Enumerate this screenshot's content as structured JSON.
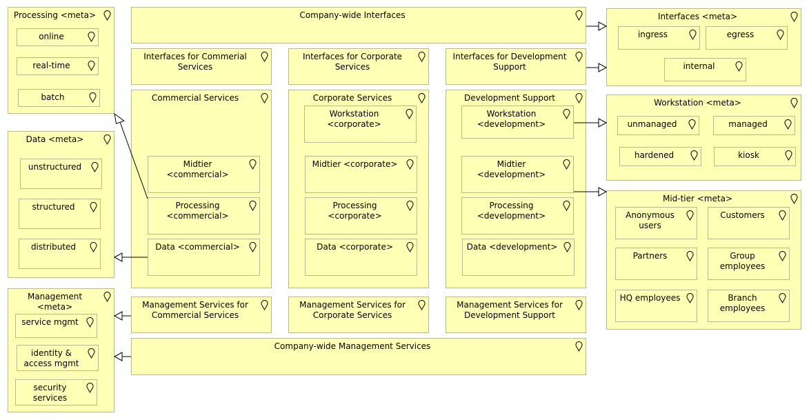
{
  "diagram": {
    "colors": {
      "fill": "#ffffb5",
      "border": "#b8b88a",
      "line": "#000000"
    },
    "icons": {
      "location_pin": "location-pin-icon"
    },
    "nodes": {
      "processing_meta": {
        "label": "Processing <meta>"
      },
      "online": {
        "label": "online"
      },
      "realtime": {
        "label": "real-time"
      },
      "batch": {
        "label": "batch"
      },
      "data_meta": {
        "label": "Data <meta>"
      },
      "unstructured": {
        "label": "unstructured"
      },
      "structured": {
        "label": "structured"
      },
      "distributed": {
        "label": "distributed"
      },
      "management_meta": {
        "label": "Management\n<meta>"
      },
      "service_mgmt": {
        "label": "service mgmt"
      },
      "identity_access_mgmt": {
        "label": "identity &\naccess mgmt"
      },
      "security_services": {
        "label": "security\nservices"
      },
      "company_interfaces": {
        "label": "Company-wide Interfaces"
      },
      "interfaces_commercial": {
        "label": "Interfaces for Commerial\nServices"
      },
      "interfaces_corporate": {
        "label": "Interfaces for Corporate\nServices"
      },
      "interfaces_development": {
        "label": "Interfaces for Development\nSupport"
      },
      "commercial_services": {
        "label": "Commercial Services"
      },
      "midtier_commercial": {
        "label": "Midtier <commercial>"
      },
      "processing_commercial": {
        "label": "Processing\n<commercial>"
      },
      "data_commercial": {
        "label": "Data <commercial>"
      },
      "corporate_services": {
        "label": "Corporate Services"
      },
      "workstation_corporate": {
        "label": "Workstation\n<corporate>"
      },
      "midtier_corporate": {
        "label": "Midtier <corporate>"
      },
      "processing_corporate": {
        "label": "Processing\n<corporate>"
      },
      "data_corporate": {
        "label": "Data <corporate>"
      },
      "development_support": {
        "label": "Development Support"
      },
      "workstation_development": {
        "label": "Workstation\n<development>"
      },
      "midtier_development": {
        "label": "Midtier\n<development>"
      },
      "processing_development": {
        "label": "Processing\n<development>"
      },
      "data_development": {
        "label": "Data <development>"
      },
      "mgmt_commercial": {
        "label": "Management Services for\nCommercial Services"
      },
      "mgmt_corporate": {
        "label": "Management Services for\nCorporate Services"
      },
      "mgmt_development": {
        "label": "Management Services for\nDevelopment Support"
      },
      "company_mgmt": {
        "label": "Company-wide Management Services"
      },
      "interfaces_meta": {
        "label": "Interfaces <meta>"
      },
      "ingress": {
        "label": "ingress"
      },
      "egress": {
        "label": "egress"
      },
      "internal": {
        "label": "internal"
      },
      "workstation_meta": {
        "label": "Workstation <meta>"
      },
      "unmanaged": {
        "label": "unmanaged"
      },
      "managed": {
        "label": "managed"
      },
      "hardened": {
        "label": "hardened"
      },
      "kiosk": {
        "label": "kiosk"
      },
      "midtier_meta": {
        "label": "Mid-tier <meta>"
      },
      "anonymous_users": {
        "label": "Anonymous\nusers"
      },
      "customers": {
        "label": "Customers"
      },
      "partners": {
        "label": "Partners"
      },
      "group_employees": {
        "label": "Group\nemployees"
      },
      "hq_employees": {
        "label": "HQ employees"
      },
      "branch_employees": {
        "label": "Branch\nemployees"
      }
    },
    "relations": [
      {
        "from": "company_interfaces",
        "to": "interfaces_meta",
        "type": "specialization"
      },
      {
        "from": "interfaces_development",
        "to": "interfaces_meta",
        "type": "specialization"
      },
      {
        "from": "workstation_development",
        "to": "workstation_meta",
        "type": "specialization"
      },
      {
        "from": "midtier_development",
        "to": "midtier_meta",
        "type": "specialization"
      },
      {
        "from": "processing_commercial",
        "to": "processing_meta",
        "type": "specialization"
      },
      {
        "from": "data_commercial",
        "to": "data_meta",
        "type": "specialization"
      },
      {
        "from": "mgmt_commercial",
        "to": "management_meta",
        "type": "specialization"
      },
      {
        "from": "company_mgmt",
        "to": "management_meta",
        "type": "specialization"
      }
    ]
  }
}
